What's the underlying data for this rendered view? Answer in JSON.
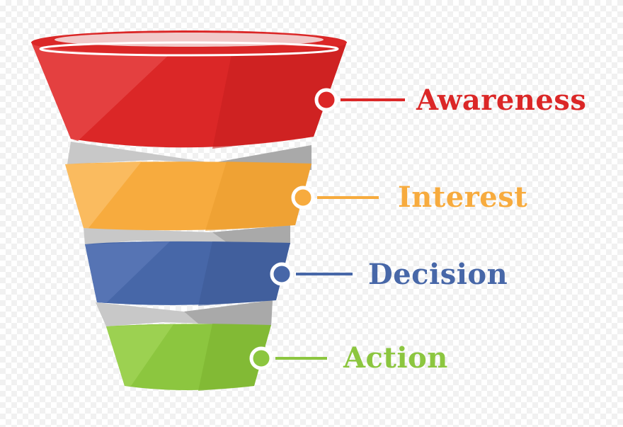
{
  "stages": [
    {
      "label": "Awareness",
      "color": "#db2727"
    },
    {
      "label": "Interest",
      "color": "#f7ab3e"
    },
    {
      "label": "Decision",
      "color": "#4767a8"
    },
    {
      "label": "Action",
      "color": "#8cc63f"
    }
  ]
}
